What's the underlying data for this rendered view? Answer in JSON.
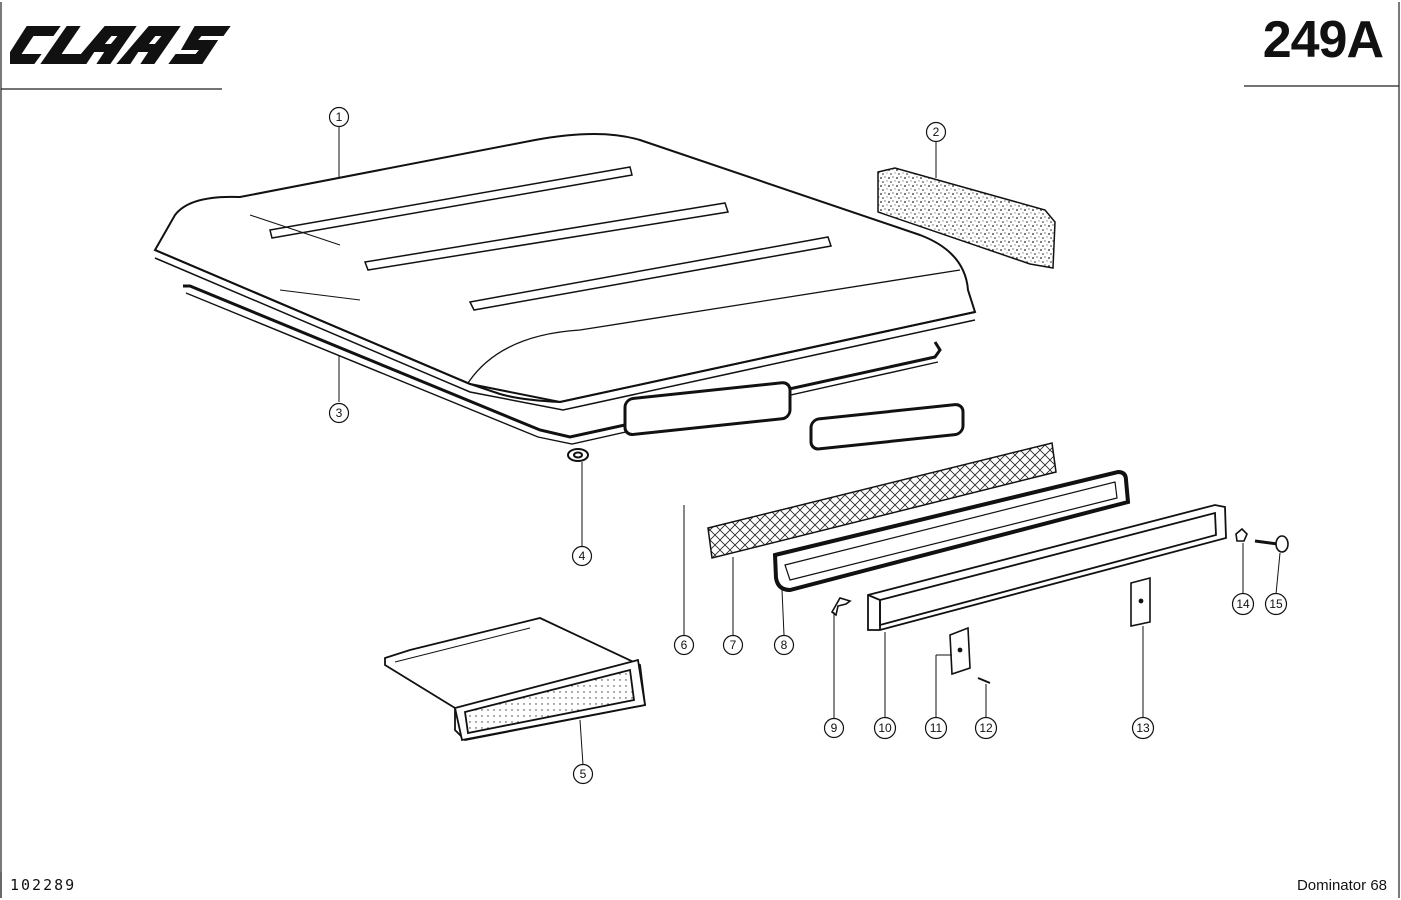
{
  "header": {
    "brand": "CLAAS",
    "plate_number": "249A"
  },
  "footer": {
    "drawing_code": "102289",
    "model": "Dominator 68"
  },
  "callouts": [
    {
      "id": "c1",
      "label": "1"
    },
    {
      "id": "c2",
      "label": "2"
    },
    {
      "id": "c3",
      "label": "3"
    },
    {
      "id": "c4",
      "label": "4"
    },
    {
      "id": "c5",
      "label": "5"
    },
    {
      "id": "c6",
      "label": "6"
    },
    {
      "id": "c7",
      "label": "7"
    },
    {
      "id": "c8",
      "label": "8"
    },
    {
      "id": "c9",
      "label": "9"
    },
    {
      "id": "c10",
      "label": "10"
    },
    {
      "id": "c11",
      "label": "11"
    },
    {
      "id": "c12",
      "label": "12"
    },
    {
      "id": "c13",
      "label": "13"
    },
    {
      "id": "c14",
      "label": "14"
    },
    {
      "id": "c15",
      "label": "15"
    }
  ]
}
